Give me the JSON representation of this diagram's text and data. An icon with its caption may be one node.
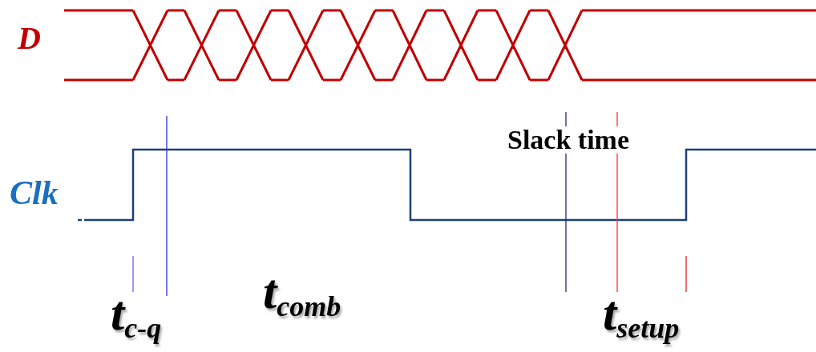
{
  "diagram": {
    "labels": [
      "D",
      "Clk",
      "Slack time",
      "t$_{c-q}$",
      "t$_{comb}$",
      "t$_{setup}$"
    ]
  }
}
